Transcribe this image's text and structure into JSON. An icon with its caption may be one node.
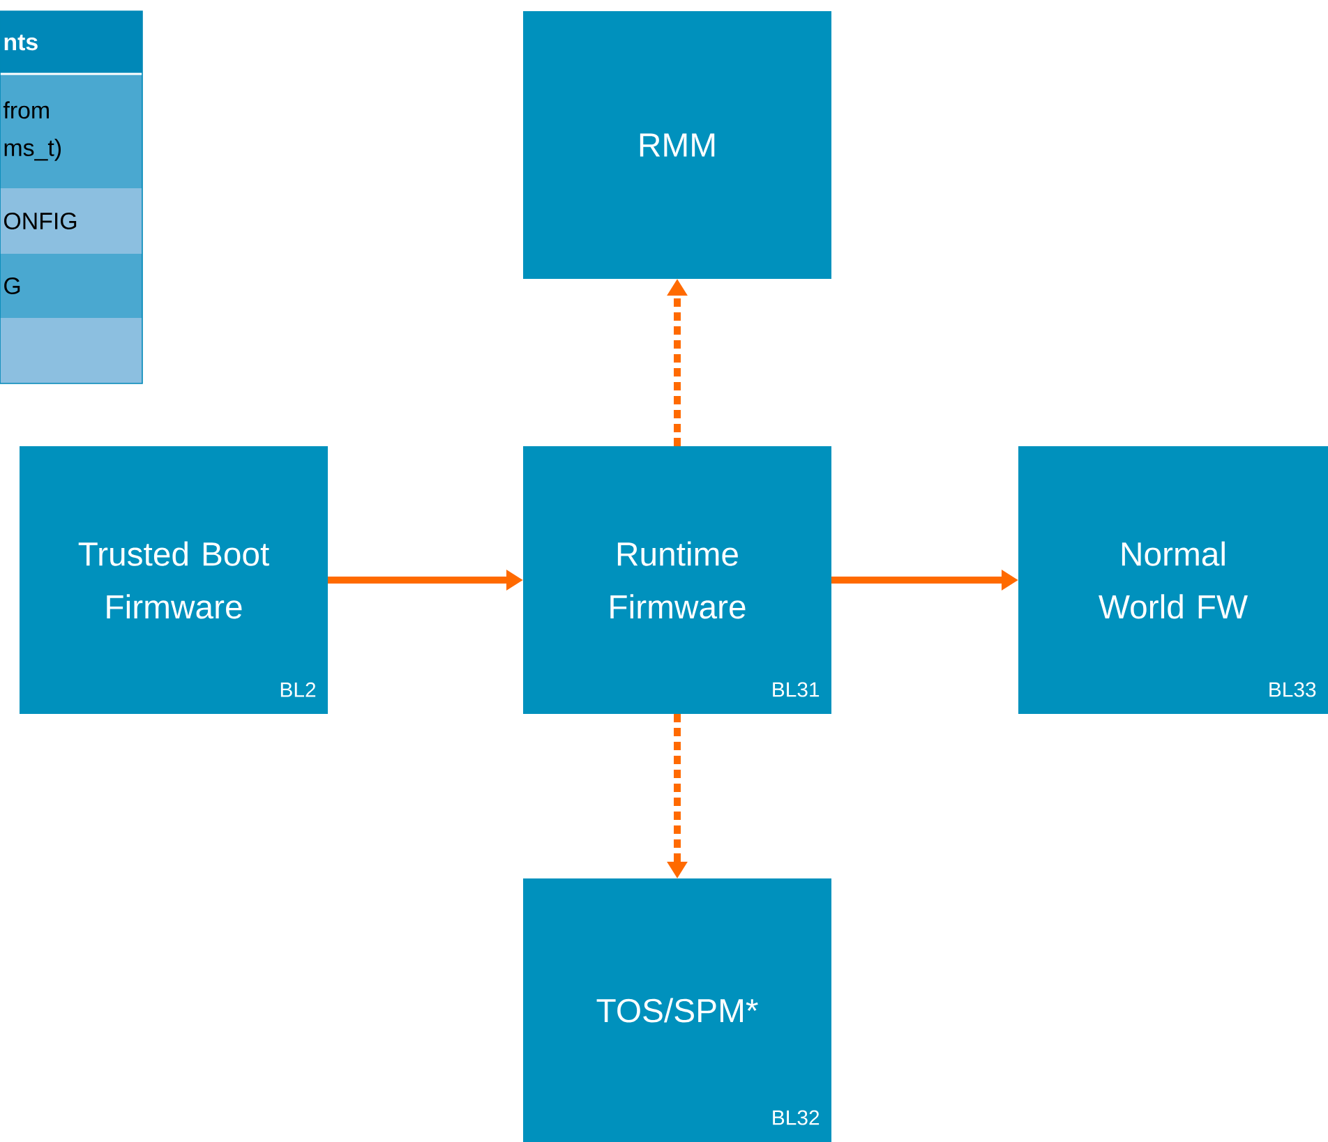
{
  "diagram": {
    "nodes": [
      {
        "text": [
          "RMM"
        ]
      },
      {
        "text": [
          "Trusted Boot Firmware",
          "BL2"
        ]
      },
      {
        "text": [
          "Runtime Firmware",
          "BL31"
        ]
      },
      {
        "text": [
          "Normal World FW",
          "BL33"
        ]
      },
      {
        "text": [
          "TOS/SPM*",
          "BL32"
        ]
      }
    ],
    "edges": [
      {
        "from": 1,
        "to": 2,
        "arrow": "to"
      },
      {
        "from": 2,
        "to": 3,
        "arrow": "to"
      },
      {
        "from": 2,
        "to": 0,
        "arrow": "to",
        "style": "dashed"
      },
      {
        "from": 2,
        "to": 4,
        "arrow": "to",
        "style": "dashed"
      }
    ],
    "labels": [
      "nts",
      "from ms_t)",
      "ONFIG",
      "G"
    ]
  }
}
